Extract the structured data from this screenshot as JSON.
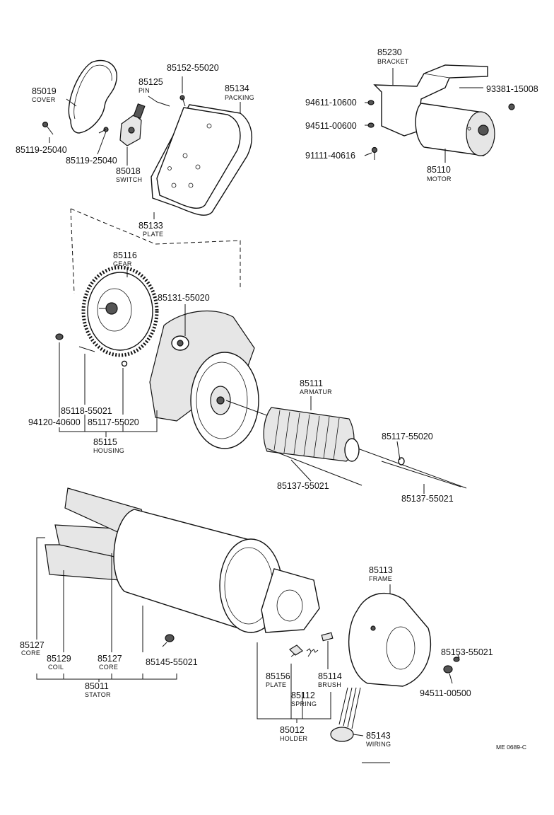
{
  "labels": {
    "p85019": {
      "pn": "85019",
      "name": "COVER"
    },
    "p85119_a": {
      "pn": "85119-25040"
    },
    "p85119_b": {
      "pn": "85119-25040"
    },
    "p85125": {
      "pn": "85125",
      "name": "PIN"
    },
    "p85152": {
      "pn": "85152-55020"
    },
    "p85134": {
      "pn": "85134",
      "name": "PACKING"
    },
    "p85018": {
      "pn": "85018",
      "name": "SWITCH"
    },
    "p85133": {
      "pn": "85133",
      "name": "PLATE"
    },
    "p85230": {
      "pn": "85230",
      "name": "BRACKET"
    },
    "p93381": {
      "pn": "93381-15008"
    },
    "p94611": {
      "pn": "94611-10600"
    },
    "p94511_a": {
      "pn": "94511-00600"
    },
    "p91111": {
      "pn": "91111-40616"
    },
    "p85110": {
      "pn": "85110",
      "name": "MOTOR"
    },
    "p85116": {
      "pn": "85116",
      "name": "GEAR"
    },
    "p85131": {
      "pn": "85131-55020"
    },
    "p85118": {
      "pn": "85118-55021"
    },
    "p94120": {
      "pn": "94120-40600"
    },
    "p85117_a": {
      "pn": "85117-55020"
    },
    "p85115": {
      "pn": "85115",
      "name": "HOUSING"
    },
    "p85111": {
      "pn": "85111",
      "name": "ARMATUR"
    },
    "p85117_b": {
      "pn": "85117-55020"
    },
    "p85137_a": {
      "pn": "85137-55021"
    },
    "p85137_b": {
      "pn": "85137-55021"
    },
    "p85113": {
      "pn": "85113",
      "name": "FRAME"
    },
    "p85127_a": {
      "pn": "85127",
      "name": "CORE"
    },
    "p85129": {
      "pn": "85129",
      "name": "COIL"
    },
    "p85127_b": {
      "pn": "85127",
      "name": "CORE"
    },
    "p85145": {
      "pn": "85145-55021"
    },
    "p85011": {
      "pn": "85011",
      "name": "STATOR"
    },
    "p85153": {
      "pn": "85153-55021"
    },
    "p94511_b": {
      "pn": "94511-00500"
    },
    "p85156": {
      "pn": "85156",
      "name": "PLATE"
    },
    "p85114": {
      "pn": "85114",
      "name": "BRUSH"
    },
    "p85112": {
      "pn": "85112",
      "name": "SPRING"
    },
    "p85012": {
      "pn": "85012",
      "name": "HOLDER"
    },
    "p85143": {
      "pn": "85143",
      "name": "WIRING"
    }
  },
  "drawing_ref": "ME 0689-C"
}
